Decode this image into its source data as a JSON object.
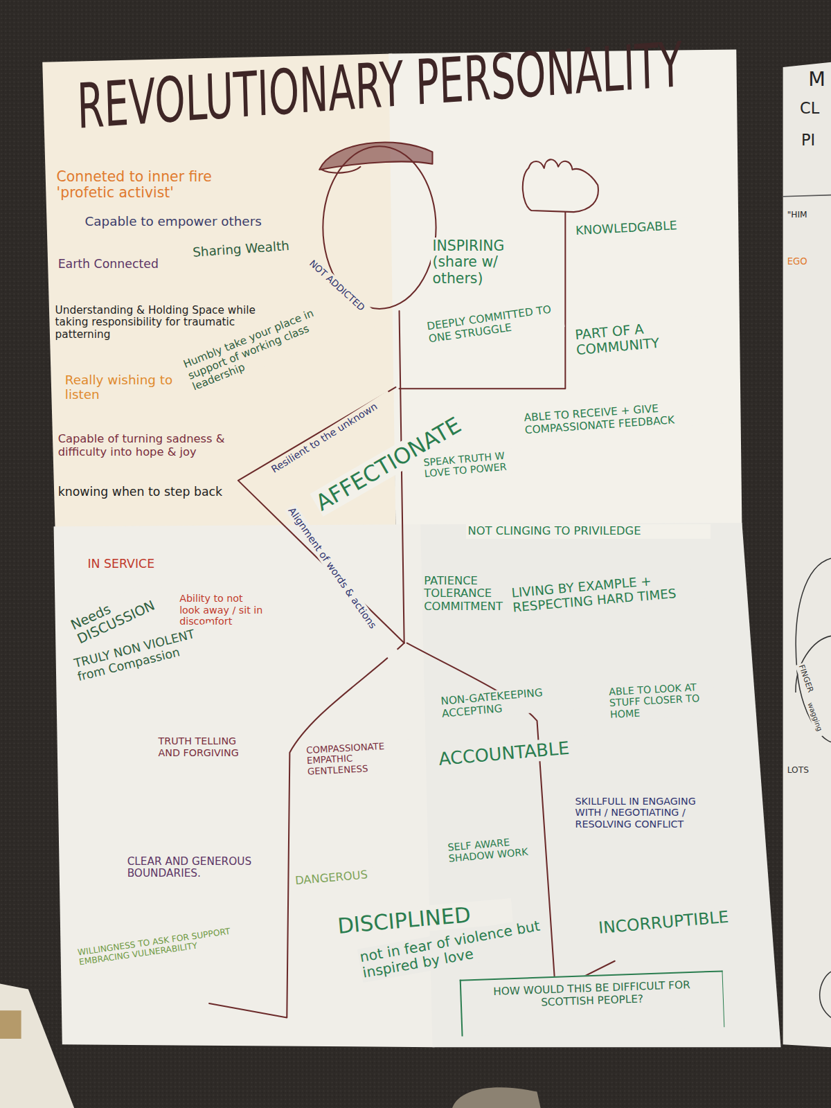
{
  "diagram": {
    "title": "REVOLUTIONARY PERSONALITY",
    "nodes": [
      {
        "text": [
          "HOW WOULD THIS BE DIFFICULT FOR SCOTTISH PEOPLE?"
        ]
      }
    ],
    "labels": [
      "Conneted to inner fire 'profetic activist'",
      "Capable to empower others",
      "Sharing Wealth",
      "Earth Connected",
      "NOT ADDICTED",
      "INSPIRING (share w/ others)",
      "KNOWLEDGABLE",
      "Understanding & Holding Space while taking responsibility for traumatic patterning",
      "Humbly take your place in support of working class leadership",
      "DEEPLY COMMITTED TO ONE STRUGGLE",
      "PART OF A COMMUNITY",
      "Really wishing to listen",
      "Resilient to the unknown",
      "AFFECTIONATE",
      "ABLE TO RECEIVE + GIVE COMPASSIONATE FEEDBACK",
      "Capable of turning sadness & difficulty into hope & joy",
      "SPEAK TRUTH W LOVE TO POWER",
      "knowing when to step back",
      "NOT CLINGING TO PRIVILEDGE",
      "Alignment of words & actions",
      "IN SERVICE",
      "Needs DISCUSSION",
      "Ability to not look away / sit in discomfort",
      "TRULY NON VIOLENT from Compassion",
      "PATIENCE TOLERANCE COMMITMENT",
      "LIVING BY EXAMPLE + RESPECTING HARD TIMES",
      "NON-GATEKEEPING ACCEPTING",
      "ABLE TO LOOK AT STUFF CLOSER TO HOME",
      "TRUTH TELLING AND FORGIVING",
      "COMPASSIONATE EMPATHIC GENTLENESS",
      "ACCOUNTABLE",
      "SKILLFULL IN ENGAGING WITH / NEGOTIATING / RESOLVING CONFLICT",
      "SELF AWARE SHADOW WORK",
      "CLEAR AND GENEROUS BOUNDARIES.",
      "DANGEROUS",
      "DISCIPLINED",
      "not in fear of violence but inspired by love",
      "INCORRUPTIBLE",
      "WILLINGNESS TO ASK FOR SUPPORT EMBRACING VULNERABILITY",
      "M",
      "CL",
      "PI",
      "\"HIM",
      "EGO",
      "FINGER",
      "wagging",
      "LOTS"
    ]
  }
}
